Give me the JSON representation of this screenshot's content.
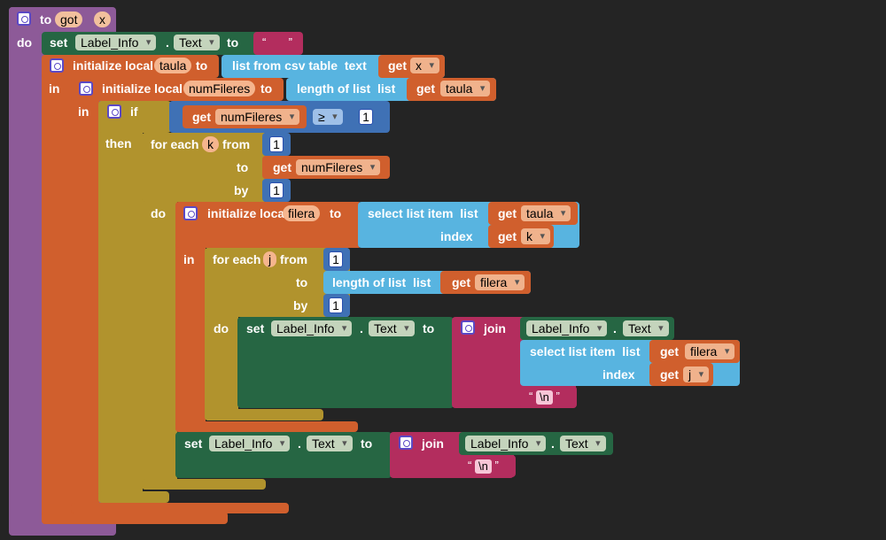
{
  "kw": {
    "to": "to",
    "do": "do",
    "set": "set",
    "initialize_local": "initialize local",
    "in": "in",
    "if": "if",
    "then": "then",
    "for_each": "for each",
    "from": "from",
    "by": "by",
    "get": "get",
    "join": "join",
    "select_list_item": "select list item",
    "list": "list",
    "index": "index",
    "length_of_list": "length of list",
    "list_from_csv_table": "list from csv table",
    "text": "text",
    "dot": ".",
    "op": "≥",
    "q_open": "“",
    "q_close": "”"
  },
  "procedure": {
    "name": "got",
    "param": "x"
  },
  "components": {
    "label": "Label_Info",
    "prop": "Text"
  },
  "vars": {
    "taula": "taula",
    "numFileres": "numFileres",
    "k": "k",
    "filera": "filera",
    "j": "j",
    "x": "x"
  },
  "nums": {
    "one": "1"
  },
  "strings": {
    "empty": " ",
    "newline": "\\n"
  },
  "colors": {
    "procedure": "#8d5a98",
    "component_set": "#266643",
    "local_var": "#d05f2d",
    "control": "#b1932d",
    "math": "#3f71b5",
    "list": "#58b4e0",
    "text": "#b32d5e"
  }
}
